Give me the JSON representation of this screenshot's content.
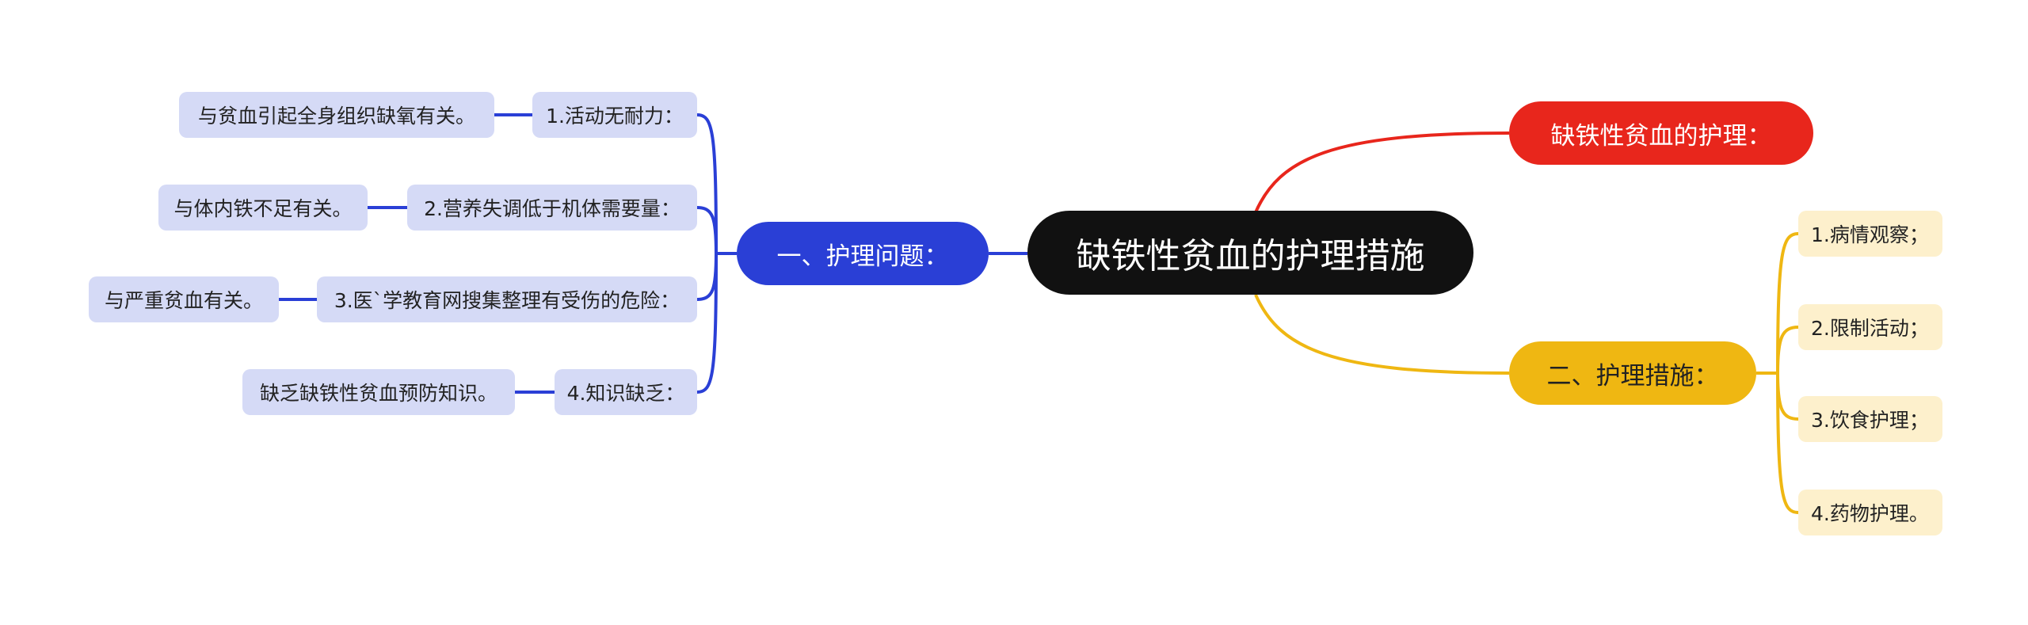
{
  "root": {
    "label": "缺铁性贫血的护理措施"
  },
  "branch_problems": {
    "label": "一、护理问题：",
    "items": [
      {
        "label": "1.活动无耐力：",
        "detail": "与贫血引起全身组织缺氧有关。"
      },
      {
        "label": "2.营养失调低于机体需要量：",
        "detail": "与体内铁不足有关。"
      },
      {
        "label": "3.医`学教育网搜集整理有受伤的危险：",
        "detail": "与严重贫血有关。"
      },
      {
        "label": "4.知识缺乏：",
        "detail": "缺乏缺铁性贫血预防知识。"
      }
    ]
  },
  "branch_care": {
    "label": "缺铁性贫血的护理："
  },
  "branch_measures": {
    "label": "二、护理措施：",
    "items": [
      {
        "label": "1.病情观察；"
      },
      {
        "label": "2.限制活动；"
      },
      {
        "label": "3.饮食护理；"
      },
      {
        "label": "4.药物护理。"
      }
    ]
  },
  "colors": {
    "root": "#111111",
    "problems": "#2a3fd6",
    "care": "#e8261c",
    "measures": "#efb712",
    "problems_sub_bg": "#d5daf6",
    "measures_sub_bg": "#fdf0cc"
  }
}
